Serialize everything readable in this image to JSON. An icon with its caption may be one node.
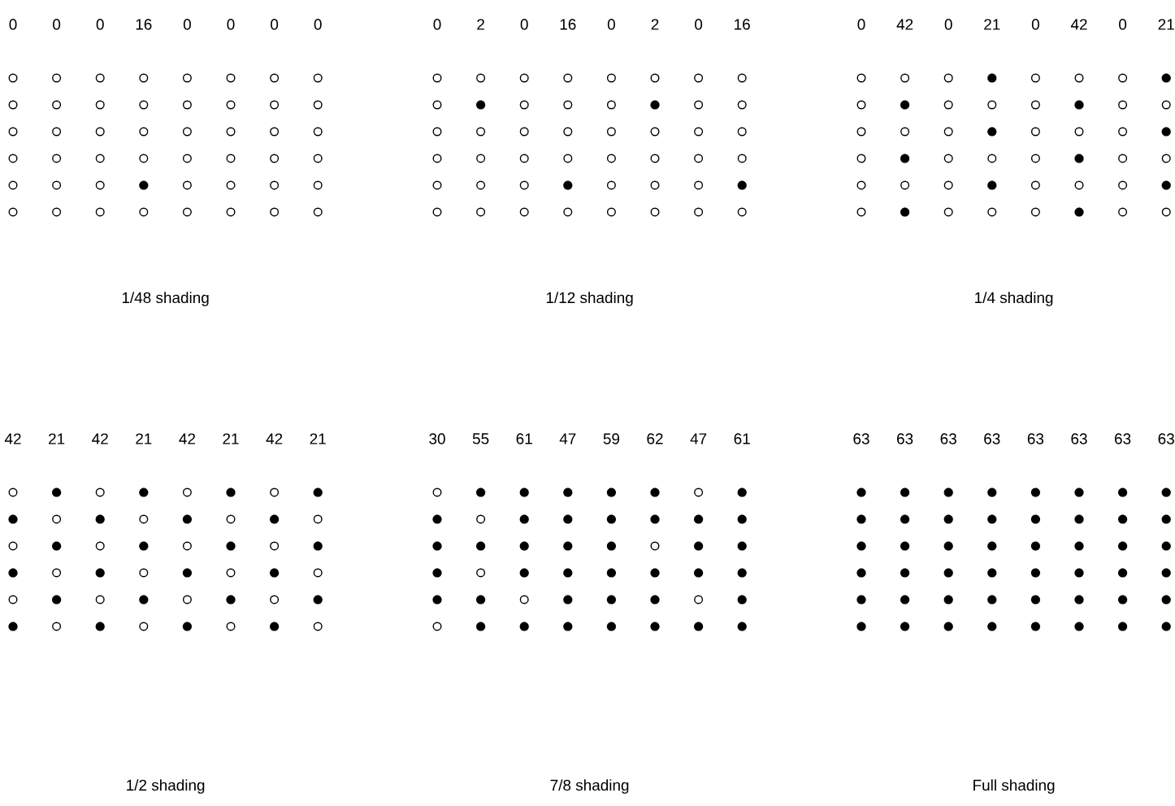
{
  "diagram": {
    "labels": [
      "0",
      "0",
      "0",
      "16",
      "0",
      "0",
      "0",
      "0",
      "0",
      "2",
      "0",
      "16",
      "0",
      "2",
      "0",
      "16",
      "0",
      "42",
      "0",
      "21",
      "0",
      "42",
      "0",
      "21",
      "1/48 shading",
      "1/12 shading",
      "1/4 shading",
      "42",
      "21",
      "42",
      "21",
      "42",
      "21",
      "42",
      "21",
      "30",
      "55",
      "61",
      "47",
      "59",
      "62",
      "47",
      "61",
      "63",
      "63",
      "63",
      "63",
      "63",
      "63",
      "63",
      "63",
      "1/2 shading",
      "7/8 shading",
      "Full shading"
    ]
  }
}
